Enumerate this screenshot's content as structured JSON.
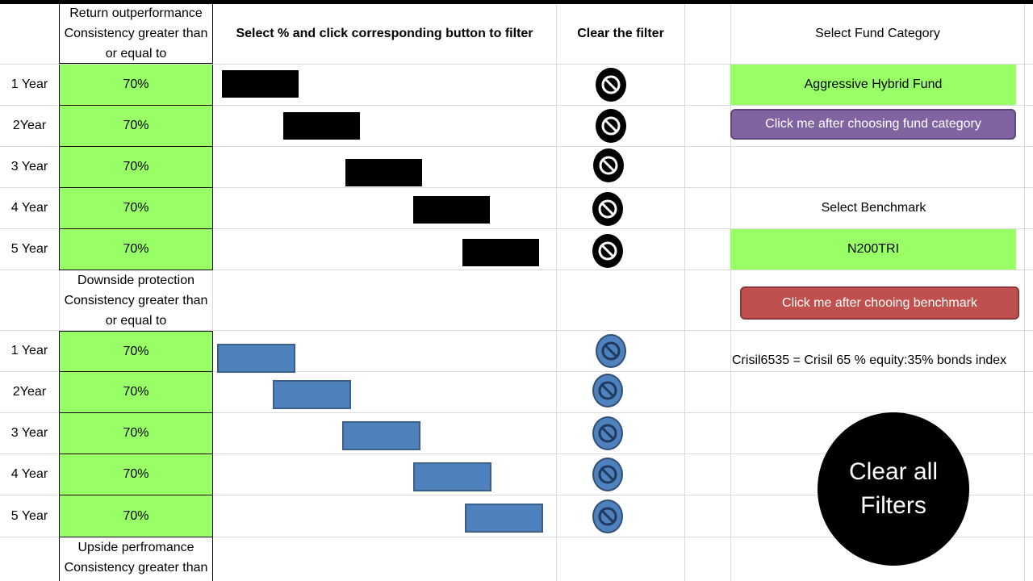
{
  "sheet": {
    "headers": {
      "consistency_return": [
        "Return outperformance",
        "Consistency greater than",
        "or equal to"
      ],
      "select_instruction": "Select % and click corresponding button to filter",
      "clear_filter": "Clear the filter",
      "select_fund_category": "Select Fund Category"
    },
    "return_section": {
      "rows": [
        {
          "label": "1 Year",
          "value": "70%"
        },
        {
          "label": "2Year",
          "value": "70%"
        },
        {
          "label": "3 Year",
          "value": "70%"
        },
        {
          "label": "4 Year",
          "value": "70%"
        },
        {
          "label": "5 Year",
          "value": "70%"
        }
      ]
    },
    "downside_section": {
      "header": [
        "Downside protection",
        "Consistency greater than",
        "or equal to"
      ],
      "rows": [
        {
          "label": "1 Year",
          "value": "70%"
        },
        {
          "label": "2Year",
          "value": "70%"
        },
        {
          "label": "3 Year",
          "value": "70%"
        },
        {
          "label": "4 Year",
          "value": "70%"
        },
        {
          "label": "5 Year",
          "value": "70%"
        }
      ]
    },
    "upside_section": {
      "header": [
        "Upside perfromance",
        "Consistency greater than"
      ]
    },
    "fund_category": {
      "value": "Aggressive Hybrid Fund",
      "button_label": "Click me after choosing fund category"
    },
    "benchmark": {
      "label": "Select Benchmark",
      "value": "N200TRI",
      "button_label": "Click me after chooing benchmark"
    },
    "note": "Crisil6535 = Crisil 65 % equity:35% bonds index",
    "clear_all": [
      "Clear all",
      "Filters"
    ]
  },
  "colors": {
    "green": "#99ff66",
    "blue_button": "#4f81bd",
    "purple_button": "#8064a2",
    "red_button": "#c0504d"
  },
  "icons": {
    "clear_filter": "no-entry-icon"
  }
}
